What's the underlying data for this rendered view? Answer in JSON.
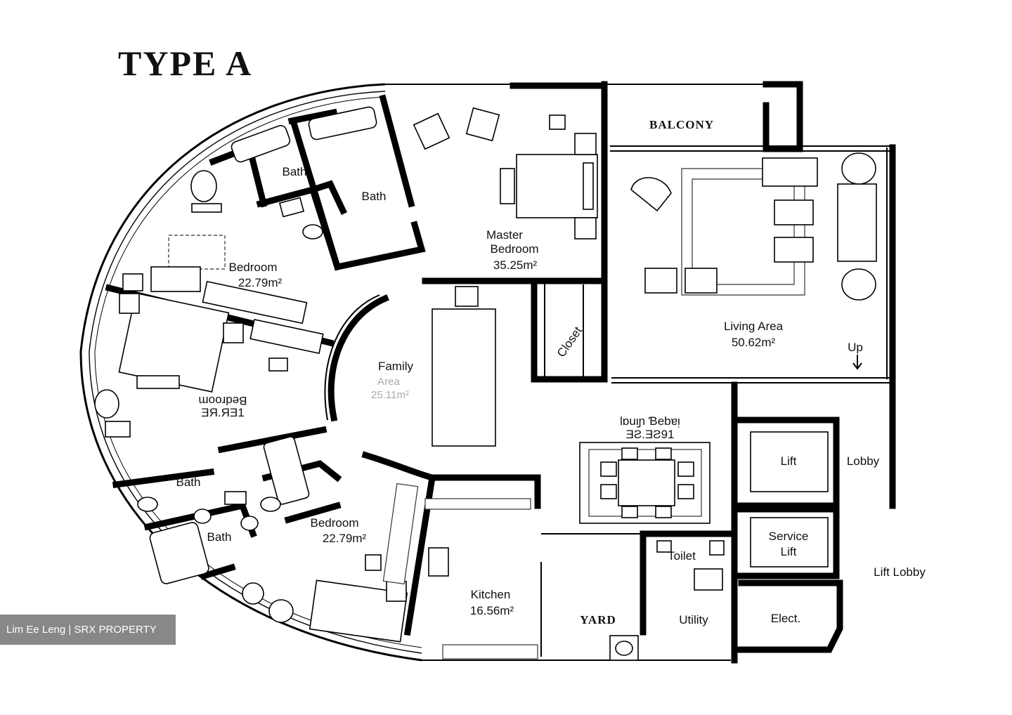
{
  "title": "TYPE A",
  "rooms": {
    "balcony": "BALCONY",
    "master_bedroom": "Master",
    "master_bedroom_2": "Bedroom",
    "master_bedroom_area": "35.25m²",
    "living_area": "Living Area",
    "living_area_size": "50.62m²",
    "bath_1": "Bath",
    "bath_2": "Bath",
    "bedroom_1": "Bedroom",
    "bedroom_1_area": "22.79m²",
    "bedroom_2": "Bedroom",
    "bedroom_2_area": "ƎЯ.ЯƎ1",
    "family_area": "Family",
    "family_area_2": "Area",
    "family_area_size": "25.11m²",
    "closet": "Closet",
    "up": "Up",
    "dining": "Ɩɒuᴉɲ Ɓebɐᴉ",
    "dining_area": "ƎƧ.ƎƧ91",
    "lift": "Lift",
    "lobby": "Lobby",
    "bath_3": "Bath",
    "bath_4": "Bath",
    "bedroom_3": "Bedroom",
    "bedroom_3_area": "22.79m²",
    "kitchen": "Kitchen",
    "kitchen_area": "16.56m²",
    "service_lift": "Service",
    "service_lift_2": "Lift",
    "lift_lobby": "Lift Lobby",
    "toilet": "Toilet",
    "yard": "YARD",
    "utility": "Utility",
    "elect": "Elect."
  },
  "watermark": "Lim Ee Leng | SRX PROPERTY"
}
